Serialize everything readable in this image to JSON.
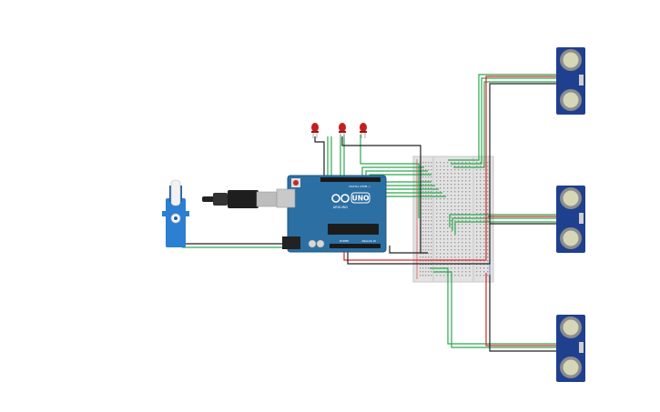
{
  "arduino": {
    "logo_text": "UNO",
    "brand_text": "ARDUINO",
    "power_label": "POWER",
    "analog_label": "ANALOG IN",
    "digital_label": "DIGITAL (PWM~)"
  },
  "colors": {
    "board": "#2c6fa3",
    "sensor": "#1f3f8f",
    "wire_green": "#2fa84f",
    "wire_red": "#d9262b",
    "wire_black": "#222222",
    "breadboard": "#e2e2e2",
    "led": "#c51f1f"
  }
}
